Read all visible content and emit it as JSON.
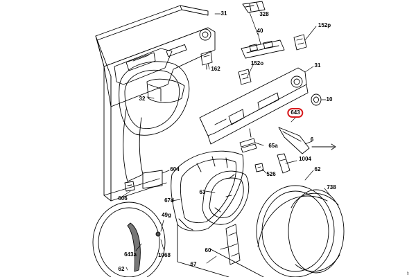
{
  "diagram": {
    "highlight_color": "#d7191c",
    "line_color": "#000000",
    "labels": {
      "p31_top": "31",
      "p328": "328",
      "p40": "40",
      "p152p": "152p",
      "p162": "162",
      "p152o": "152o",
      "p31_right": "31",
      "p32": "32",
      "p10": "10",
      "p643": "643",
      "p6": "6",
      "p65a": "65a",
      "p1004": "1004",
      "p604": "604",
      "p526": "526",
      "p62_right": "62",
      "p738": "738",
      "p63": "63",
      "p606": "606",
      "p67d": "67d",
      "p49g": "49g",
      "p643a": "643a",
      "p1068": "1068",
      "p60": "60",
      "p62_bottom": "62",
      "p67": "67"
    },
    "corner_code": "07"
  }
}
